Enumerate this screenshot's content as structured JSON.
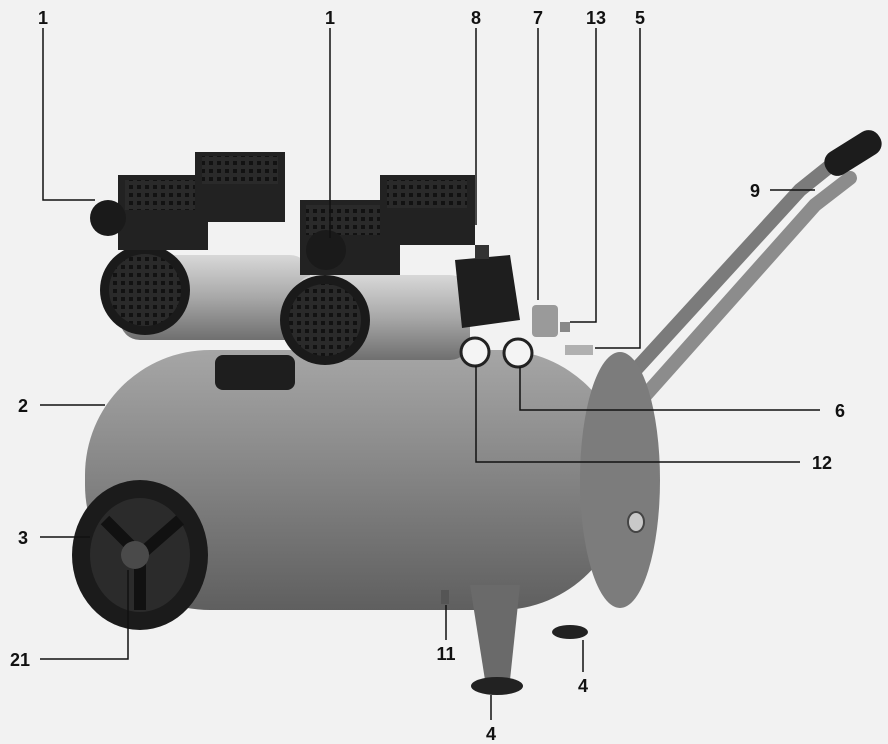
{
  "callouts": {
    "air_filter_left": "1",
    "air_filter_center": "1",
    "pressure_switch": "8",
    "pressure_regulator": "7",
    "outlet_upper": "13",
    "quick_coupling": "5",
    "handle": "9",
    "tank": "2",
    "outlet_manometer": "6",
    "tank_manometer": "12",
    "wheel": "3",
    "wheel_cap": "21",
    "drain_valve": "11",
    "foot_right": "4",
    "foot_front": "4"
  },
  "colors": {
    "tank": "#8a8a8a",
    "metal": "#a9a9a9",
    "dark": "#1e1e1e",
    "background": "#f2f2f2"
  }
}
